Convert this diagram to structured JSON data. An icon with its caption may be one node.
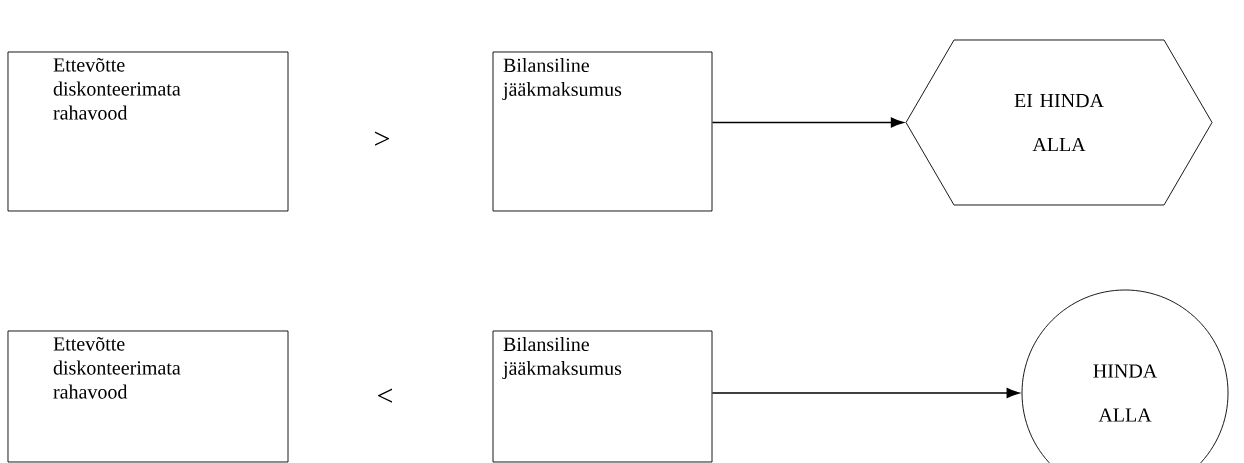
{
  "diagram": {
    "nodes": [
      {
        "text": [
          "Ettevõtte diskonteerimata rahavood"
        ]
      },
      {
        "text": [
          "Bilansiline jääkmaksumus"
        ]
      },
      {
        "text": [
          "EI HINDA ALLA"
        ]
      },
      {
        "text": [
          "Ettevõtte diskonteerimata rahavood"
        ]
      },
      {
        "text": [
          "Bilansiline jääkmaksumus"
        ]
      },
      {
        "text": [
          "HINDA ALLA"
        ]
      }
    ],
    "edges": [
      {
        "from": 1,
        "to": 2,
        "arrow": "to"
      },
      {
        "from": 4,
        "to": 5,
        "arrow": "to"
      }
    ],
    "labels": [
      ">",
      "<"
    ]
  }
}
